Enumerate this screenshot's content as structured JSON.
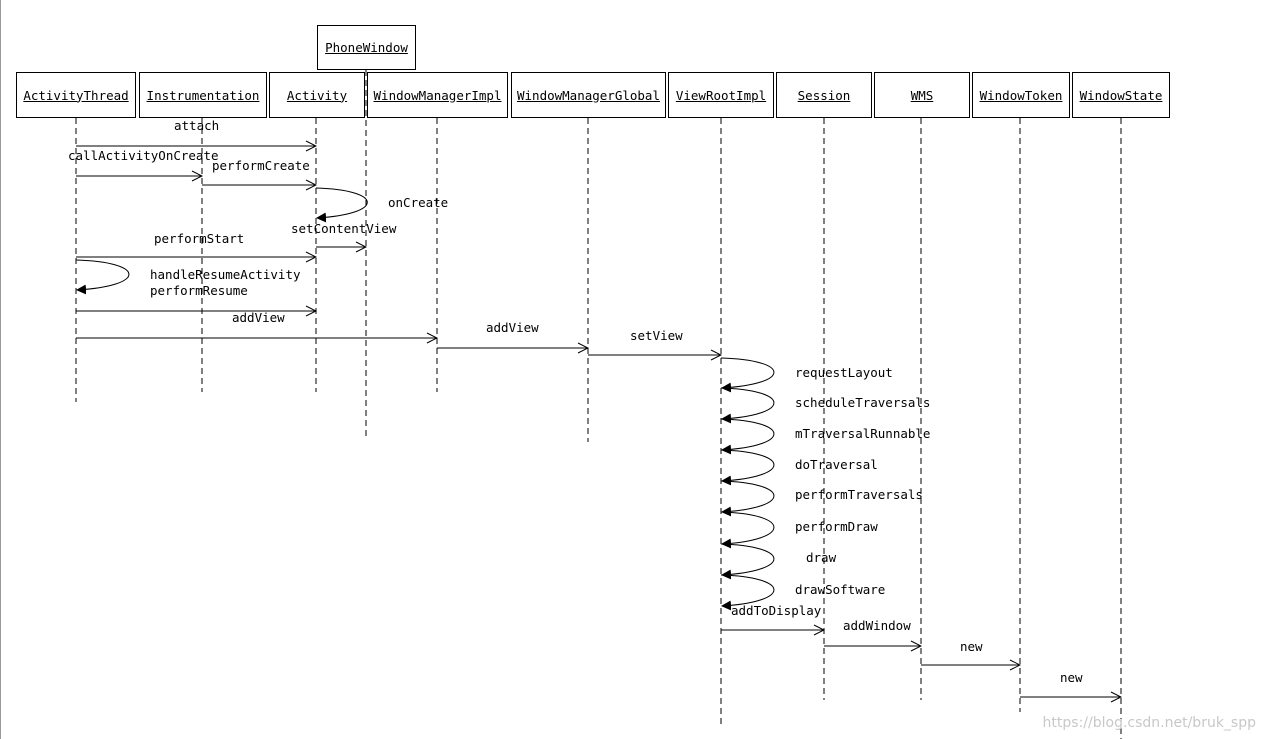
{
  "participants": [
    {
      "id": "activity_thread",
      "label": "ActivityThread"
    },
    {
      "id": "instrumentation",
      "label": "Instrumentation"
    },
    {
      "id": "activity",
      "label": "Activity"
    },
    {
      "id": "phone_window",
      "label": "PhoneWindow"
    },
    {
      "id": "window_manager_impl",
      "label": "WindowManagerImpl"
    },
    {
      "id": "window_manager_global",
      "label": "WindowManagerGlobal"
    },
    {
      "id": "view_root_impl",
      "label": "ViewRootImpl"
    },
    {
      "id": "session",
      "label": "Session"
    },
    {
      "id": "wms",
      "label": "WMS"
    },
    {
      "id": "window_token",
      "label": "WindowToken"
    },
    {
      "id": "window_state",
      "label": "WindowState"
    }
  ],
  "messages": [
    {
      "id": "attach",
      "label": "attach",
      "from": "activity_thread",
      "to": "activity"
    },
    {
      "id": "call_activity_on_create",
      "label": "callActivityOnCreate",
      "from": "activity_thread",
      "to": "instrumentation"
    },
    {
      "id": "perform_create",
      "label": "performCreate",
      "from": "instrumentation",
      "to": "activity"
    },
    {
      "id": "on_create",
      "label": "onCreate",
      "from": "activity",
      "to": "activity",
      "self": true
    },
    {
      "id": "set_content_view",
      "label": "setContentView",
      "from": "activity",
      "to": "phone_window"
    },
    {
      "id": "perform_start",
      "label": "performStart",
      "from": "activity_thread",
      "to": "activity"
    },
    {
      "id": "handle_resume_activity",
      "label": "handleResumeActivity",
      "from": "activity_thread",
      "to": "activity_thread",
      "self": true
    },
    {
      "id": "perform_resume",
      "label": "performResume",
      "from": "activity_thread",
      "to": "activity"
    },
    {
      "id": "add_view_1",
      "label": "addView",
      "from": "activity_thread",
      "to": "window_manager_impl"
    },
    {
      "id": "add_view_2",
      "label": "addView",
      "from": "window_manager_impl",
      "to": "window_manager_global"
    },
    {
      "id": "set_view",
      "label": "setView",
      "from": "window_manager_global",
      "to": "view_root_impl"
    },
    {
      "id": "request_layout",
      "label": "requestLayout",
      "from": "view_root_impl",
      "to": "view_root_impl",
      "self": true
    },
    {
      "id": "schedule_traversals",
      "label": "scheduleTraversals",
      "from": "view_root_impl",
      "to": "view_root_impl",
      "self": true
    },
    {
      "id": "m_traversal_runnable",
      "label": "mTraversalRunnable",
      "from": "view_root_impl",
      "to": "view_root_impl",
      "self": true
    },
    {
      "id": "do_traversal",
      "label": "doTraversal",
      "from": "view_root_impl",
      "to": "view_root_impl",
      "self": true
    },
    {
      "id": "perform_traversals",
      "label": "performTraversals",
      "from": "view_root_impl",
      "to": "view_root_impl",
      "self": true
    },
    {
      "id": "perform_draw",
      "label": "performDraw",
      "from": "view_root_impl",
      "to": "view_root_impl",
      "self": true
    },
    {
      "id": "draw",
      "label": "draw",
      "from": "view_root_impl",
      "to": "view_root_impl",
      "self": true
    },
    {
      "id": "draw_software",
      "label": "drawSoftware",
      "from": "view_root_impl",
      "to": "view_root_impl",
      "self": true
    },
    {
      "id": "add_to_display",
      "label": "addToDisplay",
      "from": "view_root_impl",
      "to": "session"
    },
    {
      "id": "add_window",
      "label": "addWindow",
      "from": "session",
      "to": "wms"
    },
    {
      "id": "new_token",
      "label": "new",
      "from": "wms",
      "to": "window_token"
    },
    {
      "id": "new_state",
      "label": "new",
      "from": "window_token",
      "to": "window_state"
    }
  ],
  "watermark": "https://blog.csdn.net/bruk_spp"
}
